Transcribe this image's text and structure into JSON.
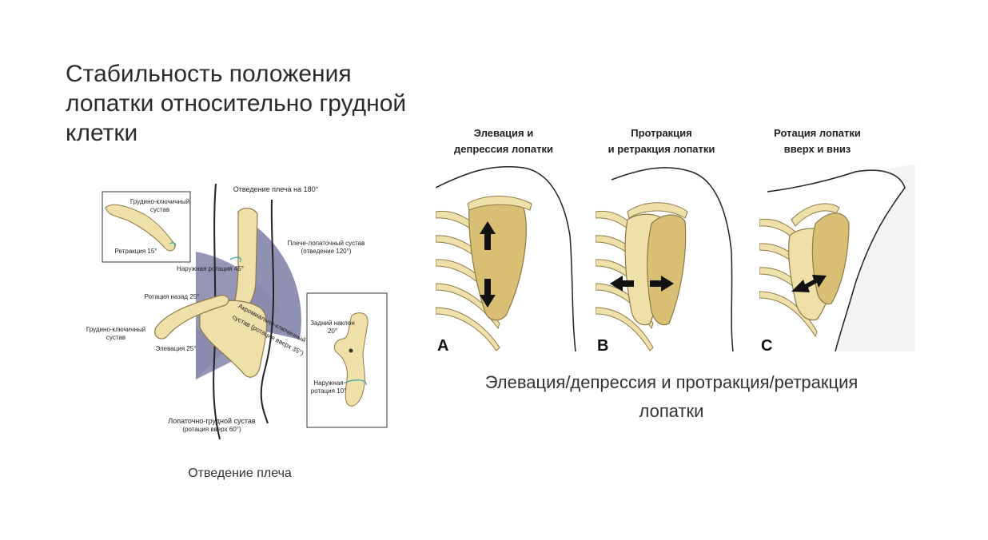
{
  "slide": {
    "title": "Стабильность положения лопатки относительно грудной клетки"
  },
  "left_figure": {
    "caption": "Отведение плеча",
    "labels": {
      "abduction_180": "Отведение плеча на 180°",
      "sternoclavicular_top_line1": "Грудино-ключичный",
      "sternoclavicular_top_line2": "сустав",
      "retraction_15": "Ретракция 15°",
      "glenohumeral_line1": "Плече-лопаточный сустав",
      "glenohumeral_line2": "(отведение 120°)",
      "external_rotation_45": "Наружная ротация 45°",
      "posterior_rotation_25": "Ротация назад 25°",
      "sternoclavicular_left_line1": "Грудино-ключичный",
      "sternoclavicular_left_line2": "сустав",
      "elevation_25": "Элевация 25°",
      "acromioclavicular_line1": "Акромиально-ключичный",
      "acromioclavicular_line2": "сустав (ротация вверх 35°)",
      "posterior_tilt_20": "Задний наклон 20°",
      "external_rotation_10_line1": "Наружная",
      "external_rotation_10_line2": "ротация 10°",
      "scapulothoracic_line1": "Лопаточно-грудной сустав",
      "scapulothoracic_line2": "(ротация вверх 60°)"
    }
  },
  "right_figure": {
    "panels": [
      {
        "letter": "A",
        "heading_line1": "Элевация и",
        "heading_line2": "депрессия лопатки"
      },
      {
        "letter": "B",
        "heading_line1": "Протракция",
        "heading_line2": "и ретракция лопатки"
      },
      {
        "letter": "C",
        "heading_line1": "Ротация лопатки",
        "heading_line2": "вверх и вниз"
      }
    ],
    "caption_line1": "Элевация/депрессия и протракция/ретракция",
    "caption_line2": "лопатки"
  },
  "colors": {
    "bone": "#efdfa8",
    "bone_dark": "#d9bf74",
    "arc": "#8a8aae",
    "scapula_dark": "#c9a456",
    "background": "#ffffff"
  }
}
